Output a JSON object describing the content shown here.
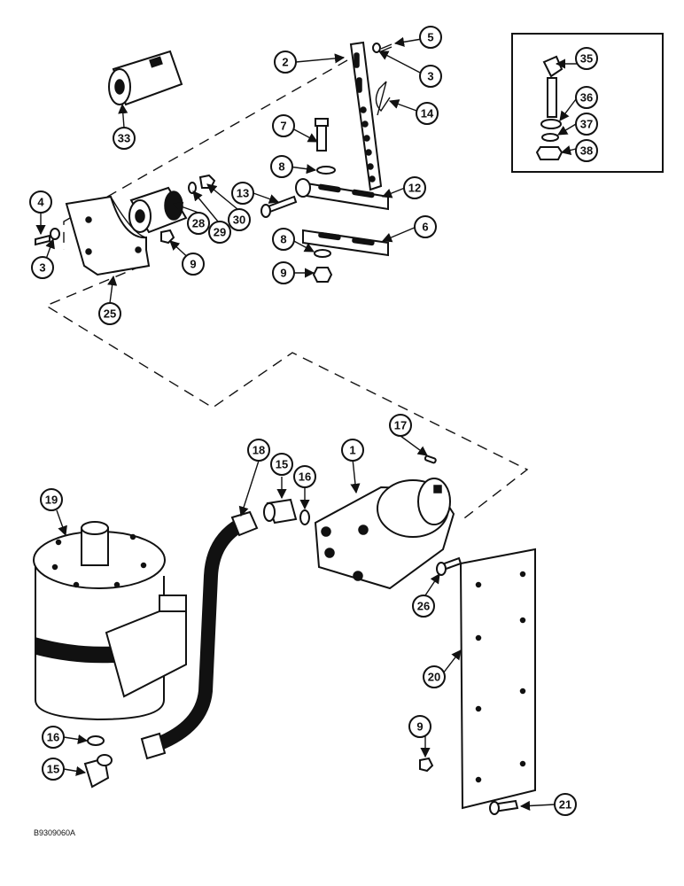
{
  "diagram": {
    "image_code": "B9309060A",
    "callouts": [
      "1",
      "2",
      "3",
      "3",
      "4",
      "5",
      "6",
      "7",
      "8",
      "8",
      "9",
      "9",
      "9",
      "12",
      "13",
      "14",
      "15",
      "15",
      "16",
      "16",
      "17",
      "18",
      "19",
      "20",
      "21",
      "25",
      "26",
      "28",
      "29",
      "30",
      "33",
      "35",
      "36",
      "37",
      "38"
    ]
  }
}
